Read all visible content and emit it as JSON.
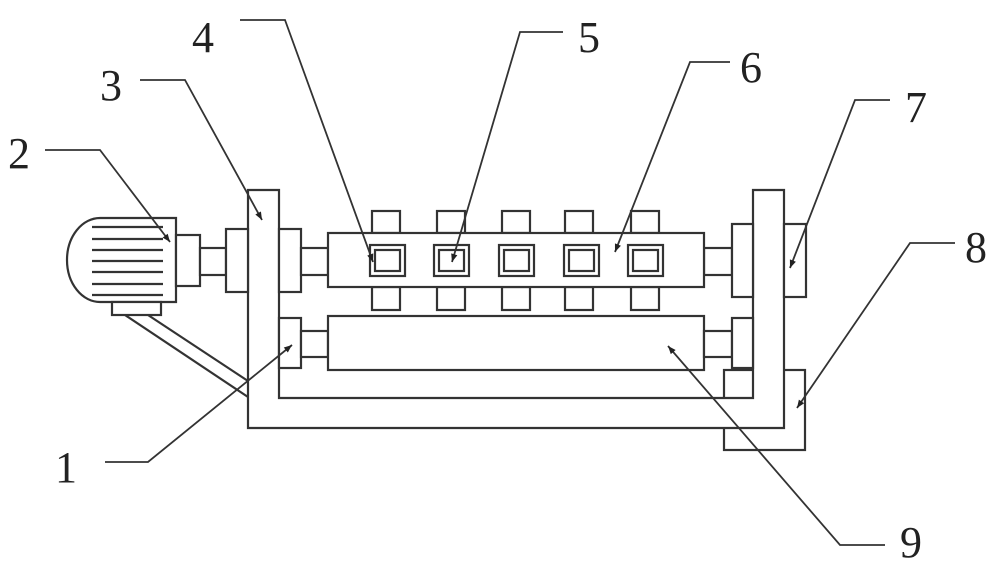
{
  "figure": {
    "labels": [
      "1",
      "2",
      "3",
      "4",
      "5",
      "6",
      "7",
      "8",
      "9"
    ],
    "line_color": "#333333"
  }
}
